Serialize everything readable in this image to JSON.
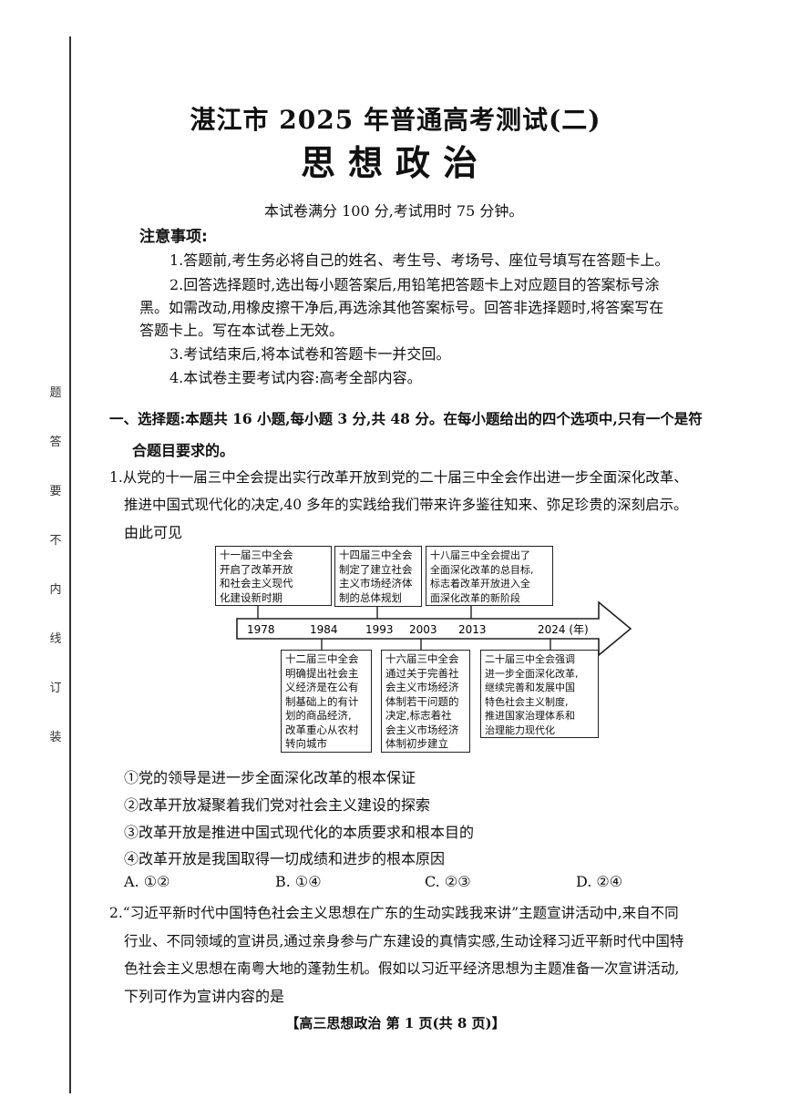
{
  "margin": {
    "chars": [
      "题",
      "答",
      "要",
      "不",
      "内",
      "线",
      "订",
      "装"
    ]
  },
  "header": {
    "title_line1": "湛江市 2025 年普通高考测试(二)",
    "title_line2": "思想政治"
  },
  "intro": {
    "score_line": "本试卷满分 100 分,考试用时 75 分钟。",
    "notice_title": "注意事项:",
    "notice_items": [
      "1.答题前,考生务必将自己的姓名、考生号、考场号、座位号填写在答题卡上。",
      "2.回答选择题时,选出每小题答案后,用铅笔把答题卡上对应题目的答案标号涂",
      "黑。如需改动,用橡皮擦干净后,再选涂其他答案标号。回答非选择题时,将答案写在",
      "答题卡上。写在本试卷上无效。",
      "3.考试结束后,将本试卷和答题卡一并交回。",
      "4.本试卷主要考试内容:高考全部内容。"
    ]
  },
  "section1": {
    "heading_line1": "一、选择题:本题共 16 小题,每小题 3 分,共 48 分。在每小题给出的四个选项中,只有一个是符",
    "heading_line2": "合题目要求的。"
  },
  "q1": {
    "stem": [
      "1.从党的十一届三中全会提出实行改革开放到党的二十届三中全会作出进一步全面深化改革、",
      "推进中国式现代化的决定,40 多年的实践给我们带来许多鉴往知来、弥足珍贵的深刻启示。",
      "由此可见"
    ],
    "timeline": {
      "years": [
        "1978",
        "1984",
        "1993",
        "2003",
        "2013",
        "2024 (年)"
      ],
      "top_boxes": [
        [
          "十一届三中全会",
          "开启了改革开放",
          "和社会主义现代",
          "化建设新时期"
        ],
        [
          "十四届三中全会",
          "制定了建立社会",
          "主义市场经济体",
          "制的总体规划"
        ],
        [
          "十八届三中全会提出了",
          "全面深化改革的总目标,",
          "标志着改革开放进入全",
          "面深化改革的新阶段"
        ]
      ],
      "bottom_boxes": [
        [
          "十二届三中全会",
          "明确提出社会主",
          "义经济是在公有",
          "制基础上的有计",
          "划的商品经济,",
          "改革重心从农村",
          "转向城市"
        ],
        [
          "十六届三中全会",
          "通过关于完善社",
          "会主义市场经济",
          "体制若干问题的",
          "决定,标志着社",
          "会主义市场经济",
          "体制初步建立"
        ],
        [
          "二十届三中全会强调",
          "进一步全面深化改革,",
          "继续完善和发展中国",
          "特色社会主义制度,",
          "推进国家治理体系和",
          "治理能力现代化"
        ]
      ]
    },
    "statements": [
      "①党的领导是进一步全面深化改革的根本保证",
      "②改革开放凝聚着我们党对社会主义建设的探索",
      "③改革开放是推进中国式现代化的本质要求和根本目的",
      "④改革开放是我国取得一切成绩和进步的根本原因"
    ],
    "options": [
      "A. ①②",
      "B. ①④",
      "C. ②③",
      "D. ②④"
    ]
  },
  "q2": {
    "stem": [
      "2.“习近平新时代中国特色社会主义思想在广东的生动实践我来讲”主题宣讲活动中,来自不同",
      "行业、不同领域的宣讲员,通过亲身参与广东建设的真情实感,生动诠释习近平新时代中国特",
      "色社会主义思想在南粤大地的蓬勃生机。假如以习近平经济思想为主题准备一次宣讲活动,",
      "下列可作为宣讲内容的是"
    ]
  },
  "footer": {
    "text": "【高三思想政治   第 1 页(共 8 页)】"
  }
}
